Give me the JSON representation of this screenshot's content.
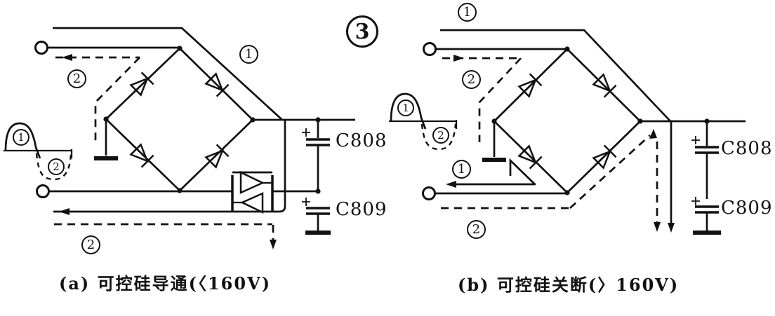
{
  "figure": {
    "number": "3",
    "panel_a": {
      "caption": "(a) 可控硅导通(〈160V)",
      "cap_top": "C808",
      "cap_bottom": "C809",
      "label_top_path": "1",
      "label_top_return": "2",
      "label_sine_positive": "1",
      "label_sine_negative": "2",
      "label_bottom_return": "2"
    },
    "panel_b": {
      "caption": "(b) 可控硅关断(〉160V)",
      "cap_top": "C808",
      "cap_bottom": "C809",
      "label_top_path": "1",
      "label_top_return": "2",
      "label_sine_positive": "1",
      "label_sine_negative": "2",
      "label_bottom_path": "1",
      "label_bottom_return": "2"
    }
  }
}
